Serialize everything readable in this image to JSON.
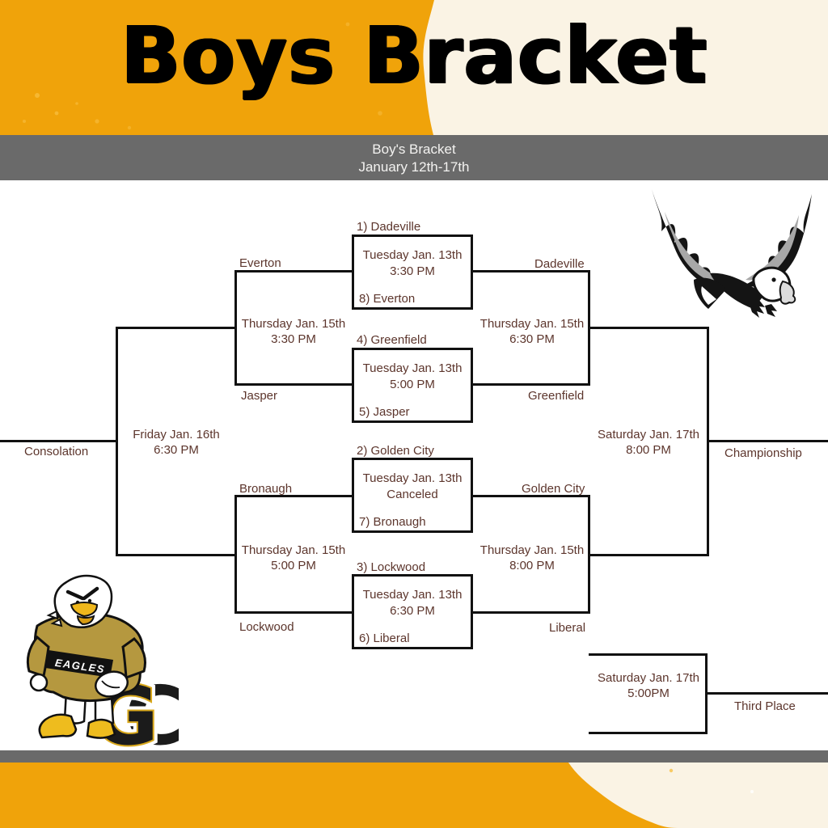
{
  "title": "Boys Bracket",
  "banner": {
    "line1": "Boy's Bracket",
    "line2": "January 12th-17th"
  },
  "round1": {
    "game1": {
      "seed_top": "1) Dadeville",
      "date": "Tuesday Jan. 13th",
      "time": "3:30 PM",
      "seed_bottom": "8) Everton"
    },
    "game2": {
      "seed_top": "4) Greenfield",
      "date": "Tuesday Jan. 13th",
      "time": "5:00 PM",
      "seed_bottom": "5) Jasper"
    },
    "game3": {
      "seed_top": "2) Golden City",
      "date": "Tuesday Jan. 13th",
      "time": "Canceled",
      "seed_bottom": "7) Bronaugh"
    },
    "game4": {
      "seed_top": "3) Lockwood",
      "date": "Tuesday Jan. 13th",
      "time": "6:30 PM",
      "seed_bottom": "6) Liberal"
    }
  },
  "consolation": {
    "semi1": {
      "team_top": "Everton",
      "team_bottom": "Jasper",
      "date": "Thursday Jan. 15th",
      "time": "3:30 PM"
    },
    "semi2": {
      "team_top": "Bronaugh",
      "team_bottom": "Lockwood",
      "date": "Thursday Jan. 15th",
      "time": "5:00 PM"
    },
    "final": {
      "date": "Friday Jan. 16th",
      "time": "6:30 PM",
      "label": "Consolation"
    }
  },
  "championship": {
    "semi1": {
      "team_top": "Dadeville",
      "team_bottom": "Greenfield",
      "date": "Thursday Jan. 15th",
      "time": "6:30 PM"
    },
    "semi2": {
      "team_top": "Golden City",
      "team_bottom": "Liberal",
      "date": "Thursday Jan. 15th",
      "time": "8:00 PM"
    },
    "final": {
      "date": "Saturday Jan. 17th",
      "time": "8:00 PM",
      "label": "Championship"
    }
  },
  "third_place": {
    "date": "Saturday Jan. 17th",
    "time": "5:00PM",
    "label": "Third Place"
  },
  "mascot": {
    "jersey_text": "EAGLES",
    "letter_g": "G",
    "letter_c": "C"
  },
  "colors": {
    "orange": "#f0a30a",
    "cream": "#faf3e4",
    "bar_gray": "#6a6a6a",
    "bracket_text": "#5c352c",
    "line": "#111111",
    "mascot_gold": "#b5983f"
  }
}
